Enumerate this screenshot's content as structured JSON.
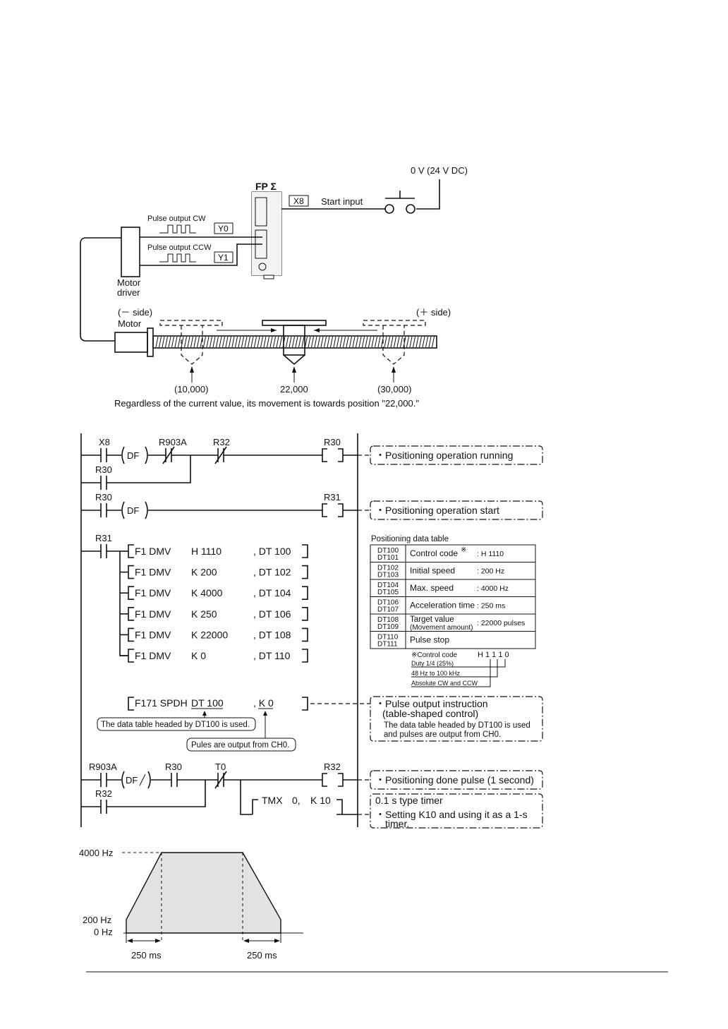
{
  "hardware": {
    "zero_volt": "0 V (24 V DC)",
    "plc": "FP Σ",
    "x8": "X8",
    "start_input": "Start input",
    "pulse_cw": "Pulse output CW",
    "pulse_ccw": "Pulse output CCW",
    "y0": "Y0",
    "y1": "Y1",
    "motor_driver_1": "Motor",
    "motor_driver_2": "driver",
    "minus_side": "(－ side)",
    "plus_side": "(＋ side)",
    "motor": "Motor",
    "pos_10000": "(10,000)",
    "pos_22000": "22,000",
    "pos_30000": "(30,000)",
    "caption": "Regardless of the current value, its movement is towards position \"22,000.\""
  },
  "ladder": {
    "x8": "X8",
    "df1": "DF",
    "r903a": "R903A",
    "r32_top": "R32",
    "r30_coil": "R30",
    "r30_contact": "R30",
    "r30_contact2": "R30",
    "df2": "DF",
    "r31_coil": "R31",
    "r31_contact": "R31",
    "dmv_rows": [
      {
        "fn": "F1  DMV",
        "src": "H 1110",
        "dst": ", DT 100"
      },
      {
        "fn": "F1  DMV",
        "src": "K 200",
        "dst": ", DT 102"
      },
      {
        "fn": "F1  DMV",
        "src": "K 4000",
        "dst": ", DT 104"
      },
      {
        "fn": "F1  DMV",
        "src": "K 250",
        "dst": ", DT 106"
      },
      {
        "fn": "F1  DMV",
        "src": "K 22000",
        "dst": ", DT 108"
      },
      {
        "fn": "F1  DMV",
        "src": "K 0",
        "dst": ", DT 110"
      }
    ],
    "f171": "F171 SPDH",
    "f171_dt": "DT 100",
    "f171_k": ", K 0",
    "note_table": "The data table headed by DT100 is used.",
    "note_ch0": "Pules are output from CH0.",
    "r903a_b": "R903A",
    "r30_b": "R30",
    "t0": "T0",
    "r32_coil": "R32",
    "df3": "DF",
    "r32_contact": "R32",
    "tmx": "TMX",
    "tmx_0": "0,",
    "tmx_k": "K 10",
    "comments": {
      "running": "・Positioning operation running",
      "start": "・Positioning operation start",
      "pulse_1": "・Pulse output instruction",
      "pulse_2": "(table-shaped control)",
      "pulse_3": "The data table headed by DT100 is used",
      "pulse_4": "and pulses are output from CH0.",
      "done": "・Positioning done pulse (1 second)",
      "timer_1": "0.1 s type timer",
      "timer_2": "・Setting K10 and using it as a 1-s",
      "timer_3": "timer."
    }
  },
  "data_table": {
    "title": "Positioning data table",
    "rows": [
      {
        "a": "DT100",
        "b": "DT101",
        "name": "Control code",
        "val": ": H 1110"
      },
      {
        "a": "DT102",
        "b": "DT103",
        "name": "Initial speed",
        "val": ": 200 Hz"
      },
      {
        "a": "DT104",
        "b": "DT105",
        "name": "Max. speed",
        "val": ": 4000 Hz"
      },
      {
        "a": "DT106",
        "b": "DT107",
        "name": "Acceleration time",
        "val": ": 250 ms"
      },
      {
        "a": "DT108",
        "b": "DT109",
        "name": "Target value",
        "name2": "(Movement amount)",
        "val": ": 22000 pulses"
      },
      {
        "a": "DT110",
        "b": "DT111",
        "name": "Pulse stop",
        "val": ""
      }
    ],
    "mark": "※",
    "code_label": "※Control code",
    "code_value": "H 1 1 1 0",
    "code_notes": [
      "Duty 1/4 (25%)",
      "48 Hz to 100 kHz",
      "Absolute CW and CCW"
    ]
  },
  "speed_chart": {
    "hz_max": "4000 Hz",
    "hz_init": "200 Hz",
    "hz_zero": "0 Hz",
    "accel": "250 ms",
    "decel": "250 ms"
  },
  "colors": {
    "line": "#111111",
    "fill": "#e3e3e3"
  }
}
